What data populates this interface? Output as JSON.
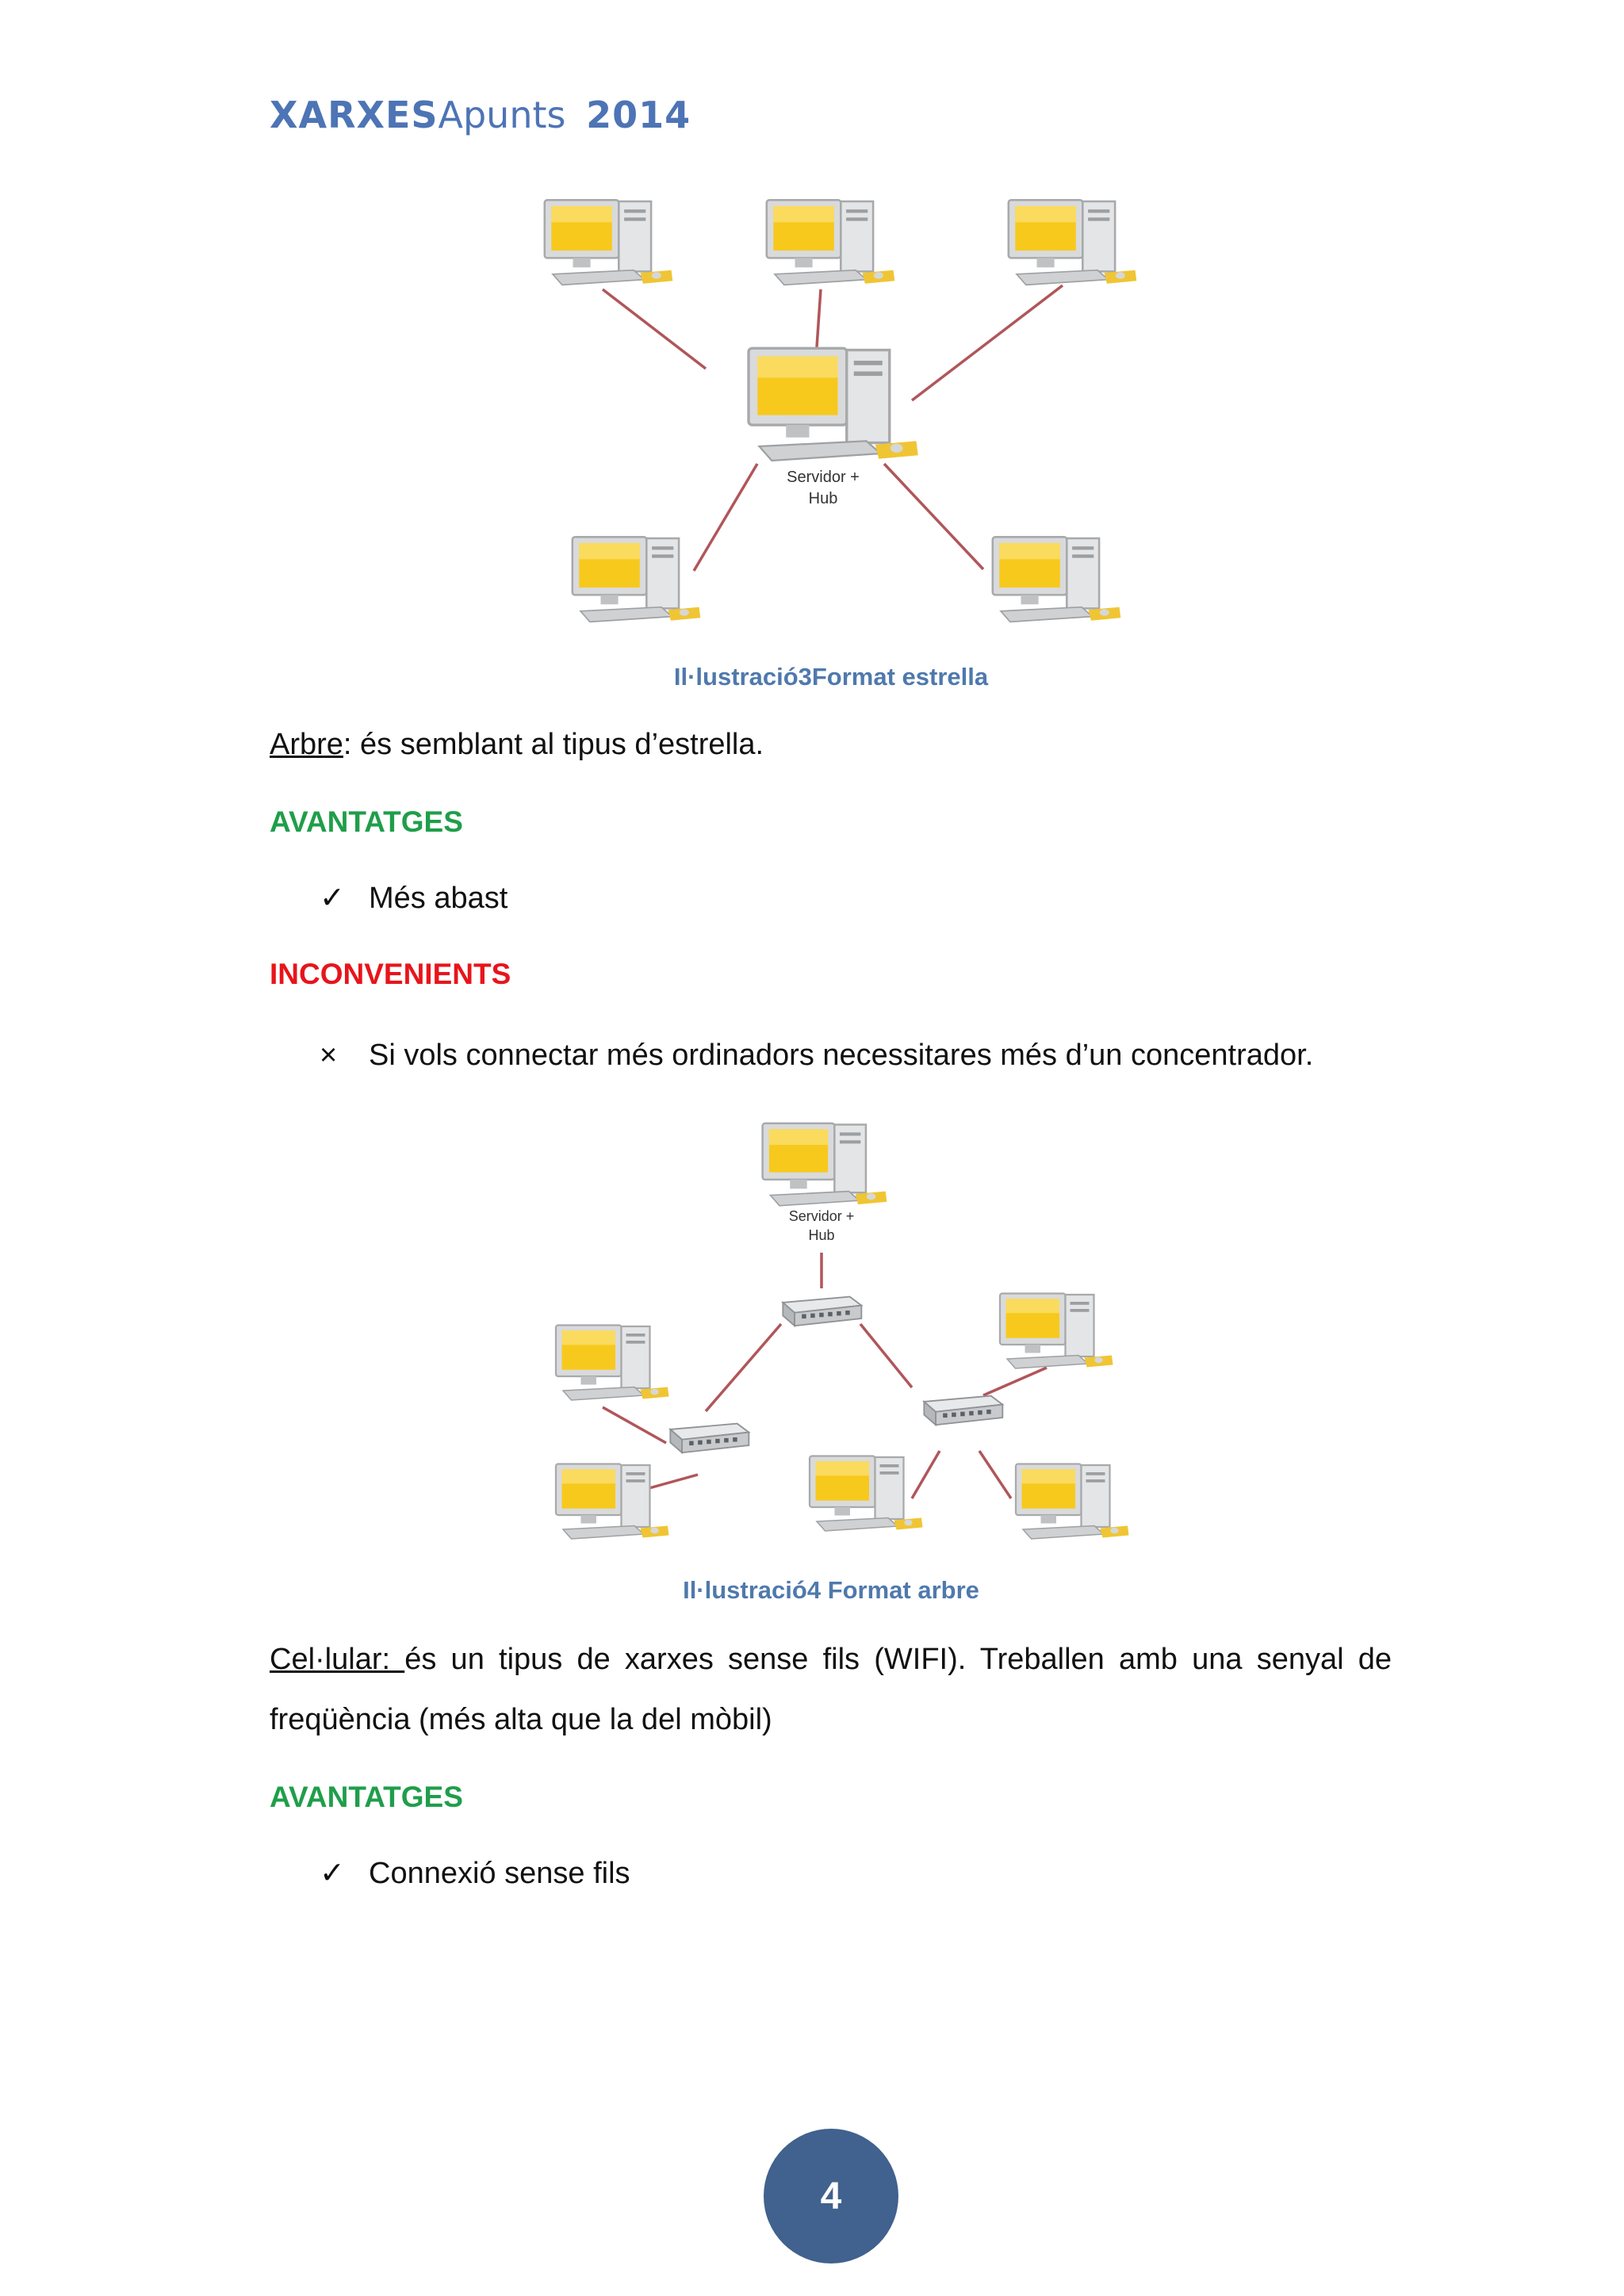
{
  "header": {
    "brand_bold": "XARXES",
    "brand_light": "Apunts",
    "year": "2014"
  },
  "figure_star": {
    "caption": "Il·lustració3Format estrella",
    "server_label_line1": "Servidor +",
    "server_label_line2": "Hub"
  },
  "section_arbre": {
    "term": "Arbre",
    "text": ": és semblant al tipus d’estrella.",
    "advantages_heading": "AVANTATGES",
    "advantages": [
      "Més abast"
    ],
    "disadvantages_heading": "INCONVENIENTS",
    "disadvantages": [
      "Si vols connectar més ordinadors necessitares més d’un concentrador."
    ]
  },
  "figure_tree": {
    "caption": "Il·lustració4 Format arbre",
    "server_label_line1": "Servidor +",
    "server_label_line2": "Hub"
  },
  "section_cellular": {
    "term": "Cel·lular: ",
    "text_line1": "és un tipus de xarxes sense fils (WIFI). Treballen amb una senyal de",
    "text_line2": "freqüència (més alta que la del mòbil)",
    "advantages_heading": "AVANTATGES",
    "advantages": [
      "Connexió sense  fils"
    ]
  },
  "marks": {
    "check": "✓",
    "cross": "×"
  },
  "colors": {
    "advantages": "#1f9e4a",
    "disadvantages": "#e8141b",
    "accent": "#4d74b5",
    "page_badge": "#41618e",
    "link_line": "#b0565a"
  },
  "page_number": "4"
}
